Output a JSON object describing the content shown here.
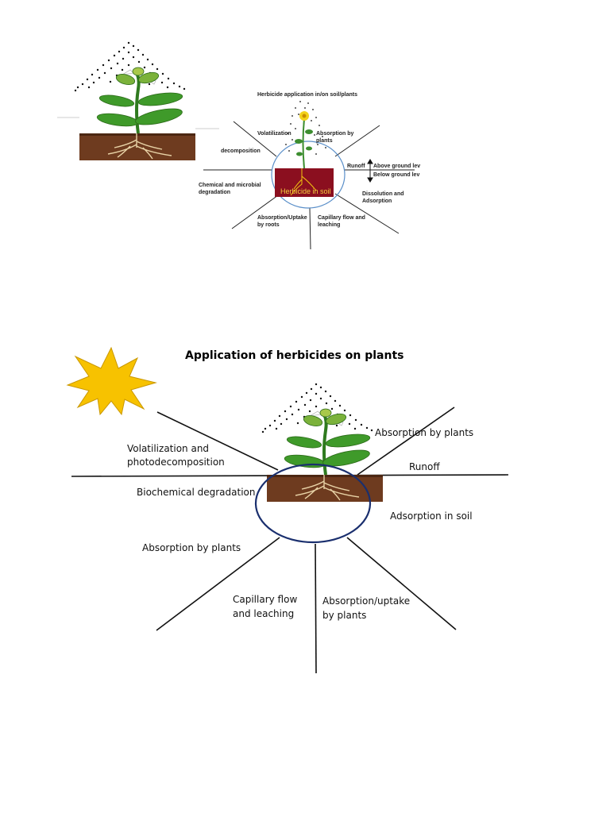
{
  "colors": {
    "soil": "#6e3b1f",
    "leaf": "#3f9a2a",
    "ring": "#1a2f6e",
    "sun": "#f7c200",
    "soil_box": "#8b0f1f",
    "flower": "#f2d21b"
  },
  "top_diagram": {
    "application_label": "Herbicide application in/on soil/plants",
    "soil_label": "Herbicide in soil",
    "labels": {
      "volatilization": "Volatilization",
      "absorption_plants": [
        "Absorption by",
        "plants"
      ],
      "decomposition": "decomposition",
      "runoff": "Runoff",
      "above_ground": "Above ground lev",
      "below_ground": "Below ground lev",
      "chem_micro": [
        "Chemical and microbial",
        "degradation"
      ],
      "dissolution": [
        "Dissolution and",
        "Adsorption"
      ],
      "uptake_roots": [
        "Absorption/Uptake",
        "by roots"
      ],
      "capillary": [
        "Capillary flow and",
        "leaching"
      ]
    }
  },
  "bottom_diagram": {
    "title": "Application of herbicides on plants",
    "labels": {
      "volatilization": [
        "Volatilization and",
        "photodecomposition"
      ],
      "absorption_top": "Absorption by plants",
      "runoff": "Runoff",
      "biochemical": "Biochemical degradation",
      "adsorption_soil": "Adsorption in soil",
      "absorption_left": "Absorption by plants",
      "capillary": [
        "Capillary flow",
        "and leaching"
      ],
      "uptake": [
        "Absorption/uptake",
        "by plants"
      ]
    }
  }
}
